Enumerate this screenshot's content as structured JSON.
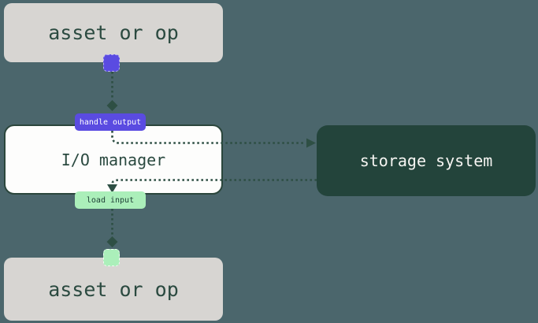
{
  "diagram": {
    "nodes": {
      "asset_top": {
        "label": "asset or op"
      },
      "io_manager": {
        "label": "I/O manager"
      },
      "storage": {
        "label": "storage system"
      },
      "asset_bottom": {
        "label": "asset or op"
      }
    },
    "edges": {
      "handle_output": {
        "label": "handle output"
      },
      "load_input": {
        "label": "load input"
      }
    },
    "icons": {
      "output_port": "purple-port-square",
      "input_port": "green-port-square",
      "arrow_styles": [
        "diamond-arrowhead",
        "triangle-arrowhead",
        "dotted-wire"
      ]
    }
  },
  "colors": {
    "background": "#4b666c",
    "asset_box_bg": "#d7d5d2",
    "asset_box_text": "#2b4a40",
    "io_box_bg": "#fdfdfc",
    "io_box_border": "#2b463c",
    "storage_box_bg": "#23443b",
    "storage_box_text": "#f6f5f2",
    "accent_purple": "#5a4be1",
    "accent_green": "#abefba",
    "badge_purple_text": "#ffffff",
    "badge_green_text": "#1e4036",
    "connector": "#2e4f44"
  }
}
